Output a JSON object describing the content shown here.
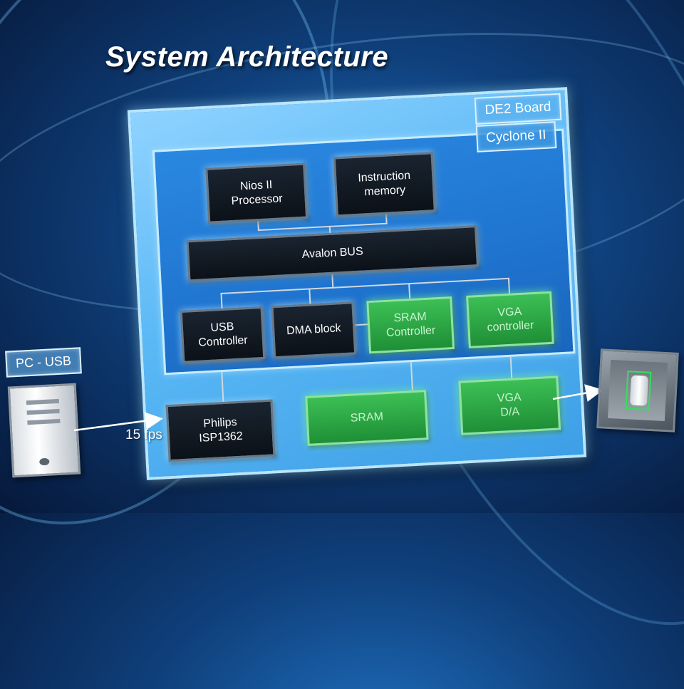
{
  "title": "System Architecture",
  "board_label": "DE2 Board",
  "chip_label": "Cyclone II",
  "blocks": {
    "nios": "Nios II\nProcessor",
    "instr": "Instruction\nmemory",
    "bus": "Avalon BUS",
    "usb": "USB\nController",
    "dma": "DMA block",
    "sram_ctrl": "SRAM\nController",
    "vga_ctrl": "VGA\ncontroller",
    "philips": "Philips\nISP1362",
    "sram": "SRAM",
    "vga_da": "VGA\nD/A"
  },
  "pc_label": "PC - USB",
  "fps_label": "15 fps",
  "icons": {
    "pc": "pc-tower-icon",
    "monitor": "monitor-icon"
  },
  "colors": {
    "block_dark": "#0f1821",
    "block_green": "#2fa845",
    "board": "#5ab8f5",
    "chip": "#1f74cf"
  }
}
